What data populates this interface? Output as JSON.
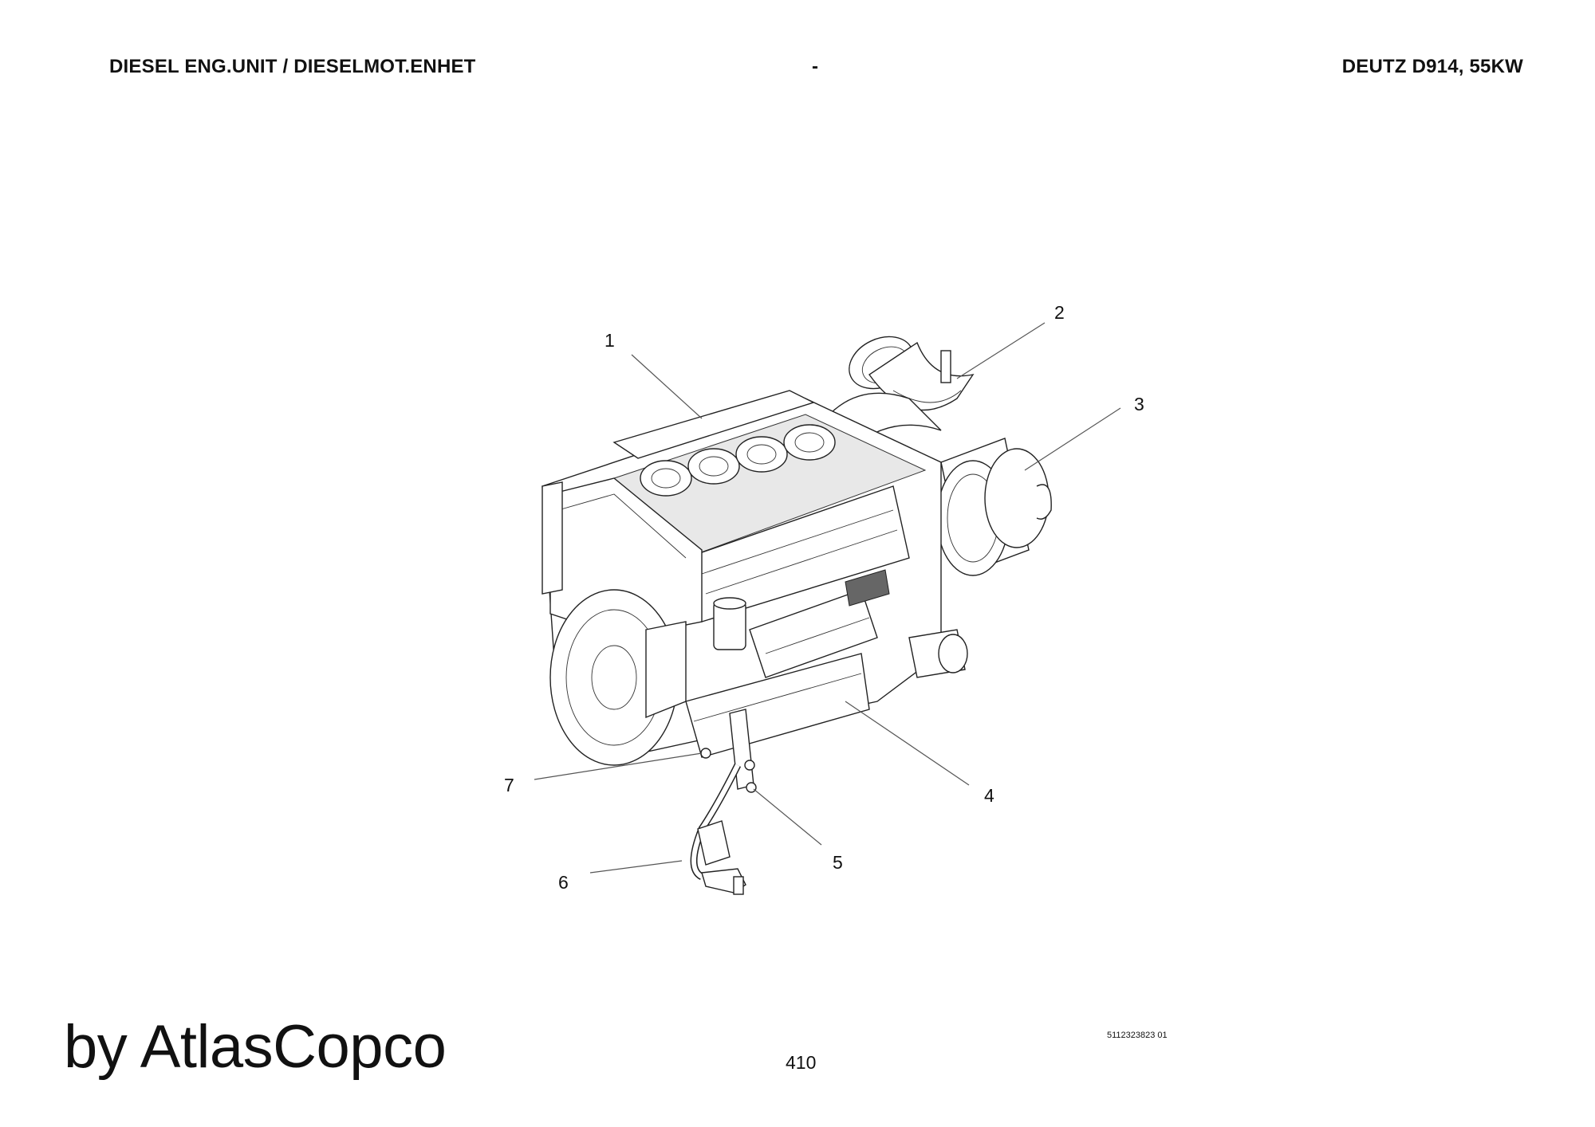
{
  "header": {
    "left": "DIESEL ENG.UNIT / DIESELMOT.ENHET",
    "center": "-",
    "right": "DEUTZ D914, 55KW"
  },
  "callouts": [
    "1",
    "2",
    "3",
    "4",
    "5",
    "6",
    "7"
  ],
  "footer": {
    "brand": "by AtlasCopco",
    "page_number": "410",
    "document_number": "5112323823 01"
  }
}
